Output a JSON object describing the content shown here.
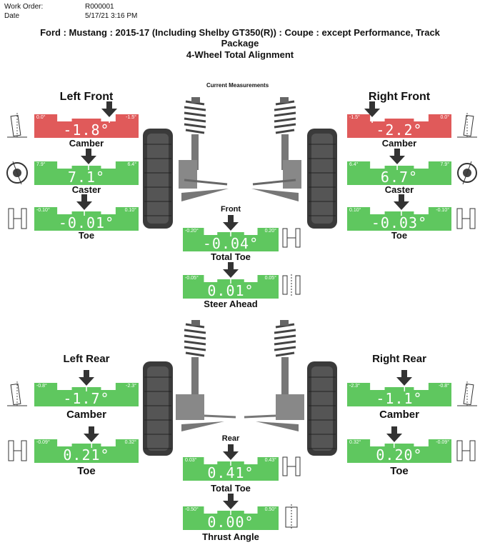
{
  "header": {
    "work_order_label": "Work Order:",
    "work_order_value": "R000001",
    "date_label": "Date",
    "date_value": "5/17/21 3:16 PM"
  },
  "title": {
    "line1": "Ford : Mustang : 2015-17 (Including Shelby GT350(R)) : Coupe : except Performance, Track",
    "line2": "Package",
    "line3": "4-Wheel Total Alignment"
  },
  "current_measurements": "Current Measurements",
  "front": {
    "label": "Front",
    "left_title": "Left Front",
    "right_title": "Right Front",
    "left_camber": {
      "value": "-1.8°",
      "min": "0.0°",
      "max": "-1.5°",
      "label": "Camber",
      "status": "out",
      "position": 0.72
    },
    "right_camber": {
      "value": "-2.2°",
      "min": "-1.5°",
      "max": "0.0°",
      "label": "Camber",
      "status": "out",
      "position": 0.24
    },
    "left_caster": {
      "value": "7.1°",
      "min": "7.9°",
      "max": "6.4°",
      "label": "Caster",
      "status": "ok",
      "position": 0.52
    },
    "right_caster": {
      "value": "6.7°",
      "min": "6.4°",
      "max": "7.9°",
      "label": "Caster",
      "status": "ok",
      "position": 0.48
    },
    "left_toe": {
      "value": "-0.01°",
      "min": "-0.10°",
      "max": "0.10°",
      "label": "Toe",
      "status": "ok",
      "position": 0.48
    },
    "right_toe": {
      "value": "-0.03°",
      "min": "0.10°",
      "max": "-0.10°",
      "label": "Toe",
      "status": "ok",
      "position": 0.52
    },
    "total_toe": {
      "value": "-0.04°",
      "min": "-0.20°",
      "max": "0.20°",
      "label": "Total Toe",
      "status": "ok",
      "position": 0.5
    },
    "steer_ahead": {
      "value": "0.01°",
      "min": "-0.05°",
      "max": "0.05°",
      "label": "Steer Ahead",
      "status": "ok",
      "position": 0.5
    }
  },
  "rear": {
    "label": "Rear",
    "left_title": "Left Rear",
    "right_title": "Right Rear",
    "left_camber": {
      "value": "-1.7°",
      "min": "-0.8°",
      "max": "-2.3°",
      "label": "Camber",
      "status": "ok",
      "position": 0.5
    },
    "right_camber": {
      "value": "-1.1°",
      "min": "-2.3°",
      "max": "-0.8°",
      "label": "Camber",
      "status": "ok",
      "position": 0.55
    },
    "left_toe": {
      "value": "0.21°",
      "min": "-0.09°",
      "max": "0.32°",
      "label": "Toe",
      "status": "ok",
      "position": 0.55
    },
    "right_toe": {
      "value": "0.20°",
      "min": "0.32°",
      "max": "-0.09°",
      "label": "Toe",
      "status": "ok",
      "position": 0.45
    },
    "total_toe": {
      "value": "0.41°",
      "min": "0.03°",
      "max": "0.43°",
      "label": "Total Toe",
      "status": "ok",
      "position": 0.5
    },
    "thrust_angle": {
      "value": "0.00°",
      "min": "-0.50°",
      "max": "0.50°",
      "label": "Thrust Angle",
      "status": "ok",
      "position": 0.5
    }
  },
  "colors": {
    "ok": "#5fc75f",
    "out": "#e05a5a",
    "arrow": "#333333"
  },
  "icons": [
    "camber-icon",
    "caster-icon",
    "toe-icon",
    "total-toe-icon",
    "steer-ahead-icon",
    "thrust-angle-icon",
    "front-suspension-illustration",
    "rear-suspension-illustration"
  ]
}
